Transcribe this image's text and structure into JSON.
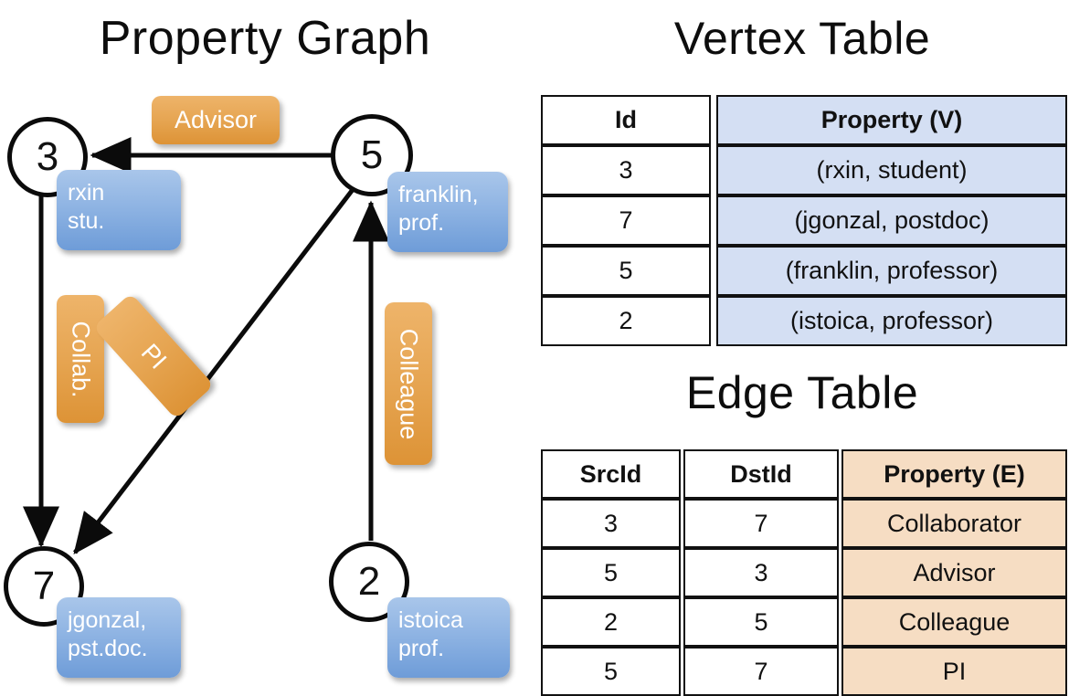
{
  "graph": {
    "title": "Property Graph",
    "nodes": [
      {
        "id": "3",
        "property_lines": [
          "rxin",
          "stu."
        ]
      },
      {
        "id": "5",
        "property_lines": [
          "franklin,",
          "prof."
        ]
      },
      {
        "id": "7",
        "property_lines": [
          "jgonzal,",
          "pst.doc."
        ]
      },
      {
        "id": "2",
        "property_lines": [
          "istoica",
          "prof."
        ]
      }
    ],
    "edge_labels": [
      {
        "label": "Advisor",
        "orientation": "horizontal"
      },
      {
        "label": "Collab.",
        "orientation": "vertical"
      },
      {
        "label": "PI",
        "orientation": "diagonal"
      },
      {
        "label": "Colleague",
        "orientation": "vertical"
      }
    ],
    "edges": [
      {
        "from": "5",
        "to": "3",
        "label": "Advisor"
      },
      {
        "from": "3",
        "to": "7",
        "label": "Collab."
      },
      {
        "from": "5",
        "to": "7",
        "label": "PI"
      },
      {
        "from": "2",
        "to": "5",
        "label": "Colleague"
      }
    ]
  },
  "vertex_table": {
    "title": "Vertex Table",
    "headers": [
      "Id",
      "Property (V)"
    ],
    "rows": [
      {
        "id": "3",
        "property": "(rxin, student)"
      },
      {
        "id": "7",
        "property": "(jgonzal, postdoc)"
      },
      {
        "id": "5",
        "property": "(franklin, professor)"
      },
      {
        "id": "2",
        "property": "(istoica, professor)"
      }
    ]
  },
  "edge_table": {
    "title": "Edge Table",
    "headers": [
      "SrcId",
      "DstId",
      "Property (E)"
    ],
    "rows": [
      {
        "src": "3",
        "dst": "7",
        "property": "Collaborator"
      },
      {
        "src": "5",
        "dst": "3",
        "property": "Advisor"
      },
      {
        "src": "2",
        "dst": "5",
        "property": "Colleague"
      },
      {
        "src": "5",
        "dst": "7",
        "property": "PI"
      }
    ]
  },
  "colors": {
    "vertex_property_fill": "#d4dff3",
    "edge_property_fill": "#f6ddc3",
    "node_box_blue": "#8fb4e3",
    "edge_label_orange": "#e6a552",
    "stroke": "#111111",
    "background": "#ffffff"
  }
}
